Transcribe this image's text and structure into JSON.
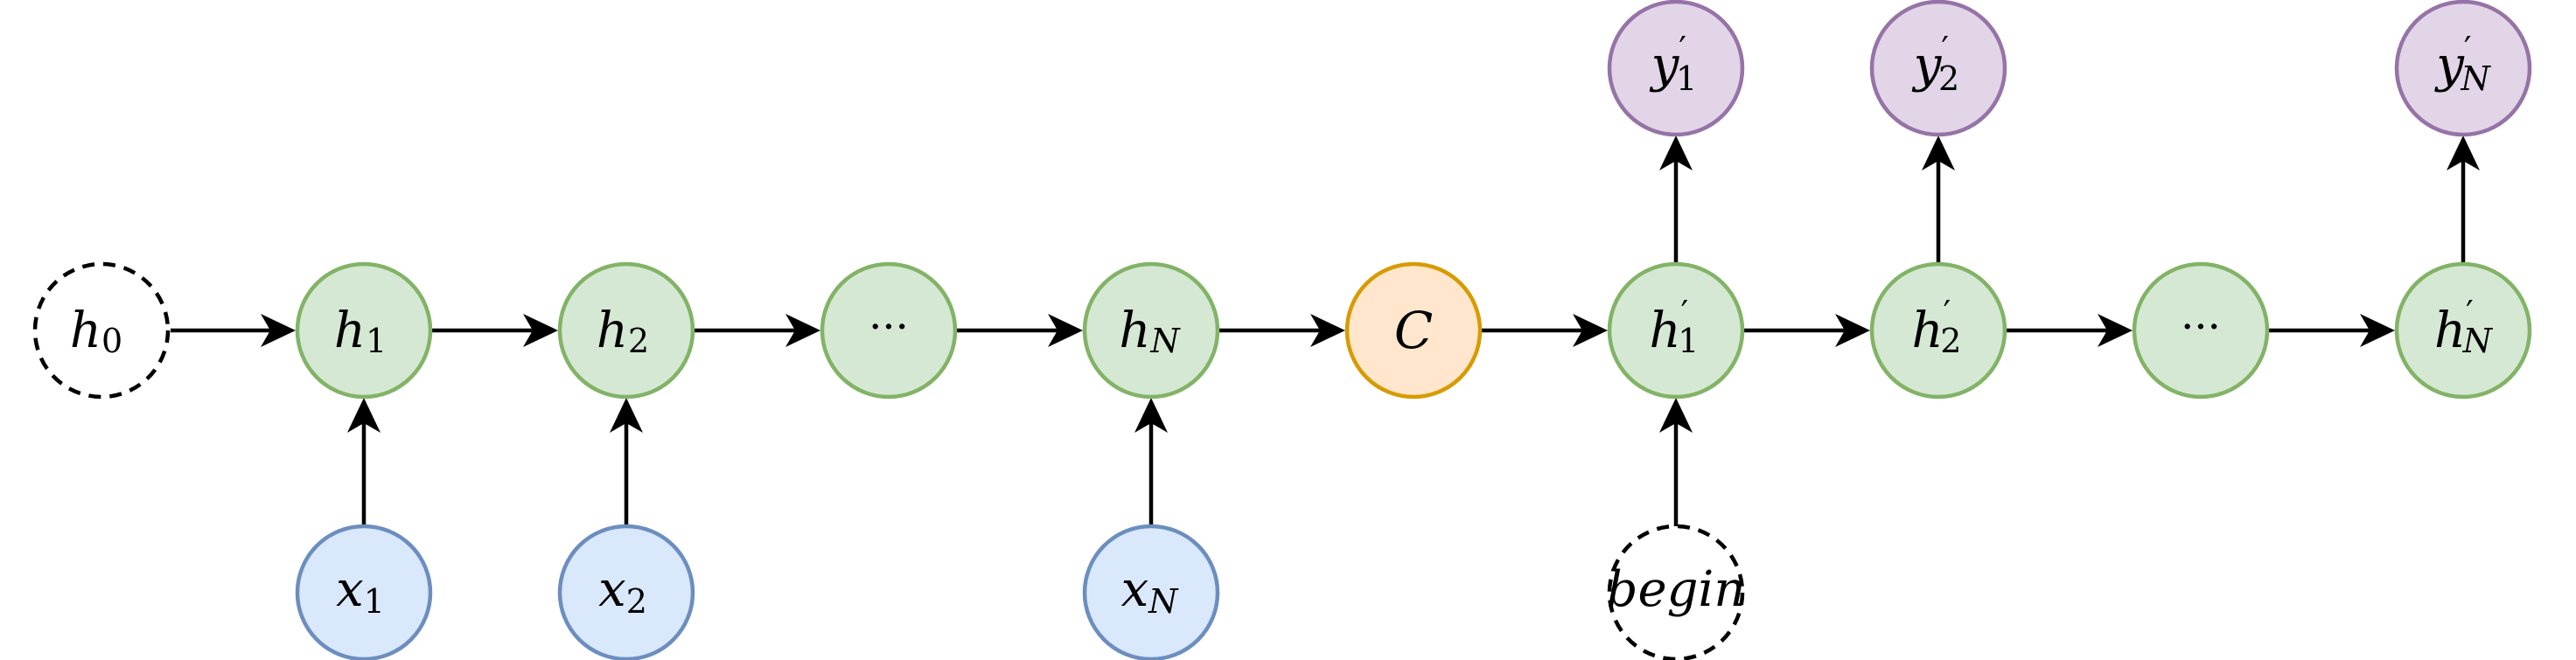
{
  "colors": {
    "hidden_fill": "#d5e8d4",
    "hidden_stroke": "#82b366",
    "input_fill": "#dae8fc",
    "input_stroke": "#6c8ebf",
    "output_fill": "#e1d5e7",
    "output_stroke": "#9673a6",
    "context_fill": "#ffe6cc",
    "context_stroke": "#d79b00",
    "dashed_stroke": "#000000",
    "arrow": "#000000"
  },
  "nodes": {
    "h0": {
      "base": "h",
      "sub": "0",
      "prime": ""
    },
    "h1": {
      "base": "h",
      "sub": "1",
      "prime": ""
    },
    "h2": {
      "base": "h",
      "sub": "2",
      "prime": ""
    },
    "hdots": {
      "base": "···",
      "sub": "",
      "prime": ""
    },
    "hN": {
      "base": "h",
      "sub": "N",
      "prime": ""
    },
    "C": {
      "base": "C",
      "sub": "",
      "prime": ""
    },
    "hp1": {
      "base": "h",
      "sub": "1",
      "prime": "′"
    },
    "hp2": {
      "base": "h",
      "sub": "2",
      "prime": "′"
    },
    "hpdots": {
      "base": "···",
      "sub": "",
      "prime": ""
    },
    "hpN": {
      "base": "h",
      "sub": "N",
      "prime": "′"
    },
    "x1": {
      "base": "x",
      "sub": "1",
      "prime": ""
    },
    "x2": {
      "base": "x",
      "sub": "2",
      "prime": ""
    },
    "xN": {
      "base": "x",
      "sub": "N",
      "prime": ""
    },
    "begin": {
      "base": "begin",
      "sub": "",
      "prime": ""
    },
    "y1": {
      "base": "y",
      "sub": "1",
      "prime": "′"
    },
    "y2": {
      "base": "y",
      "sub": "2",
      "prime": "′"
    },
    "yN": {
      "base": "y",
      "sub": "N",
      "prime": "′"
    }
  }
}
